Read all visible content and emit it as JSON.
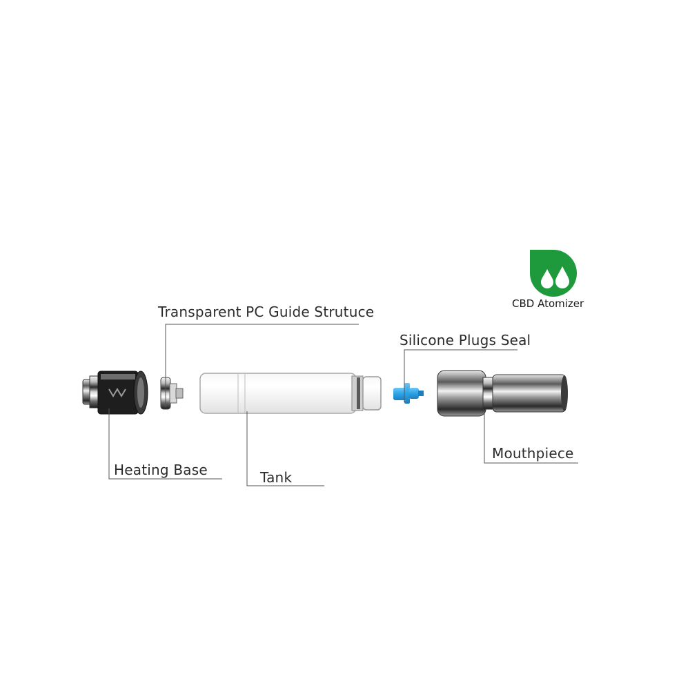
{
  "labels": {
    "guide": "Transparent PC Guide Strutuce",
    "seal": "Silicone Plugs Seal",
    "base": "Heating Base",
    "tank": "Tank",
    "mouthpiece": "Mouthpiece"
  },
  "logo": {
    "text": "CBD Atomizer",
    "icon": "droplets-logo-icon",
    "color": "#1e9a3c"
  },
  "colors": {
    "seal": "#2aa3e6",
    "metal": "#8a8a8a",
    "leader": "#444444"
  }
}
